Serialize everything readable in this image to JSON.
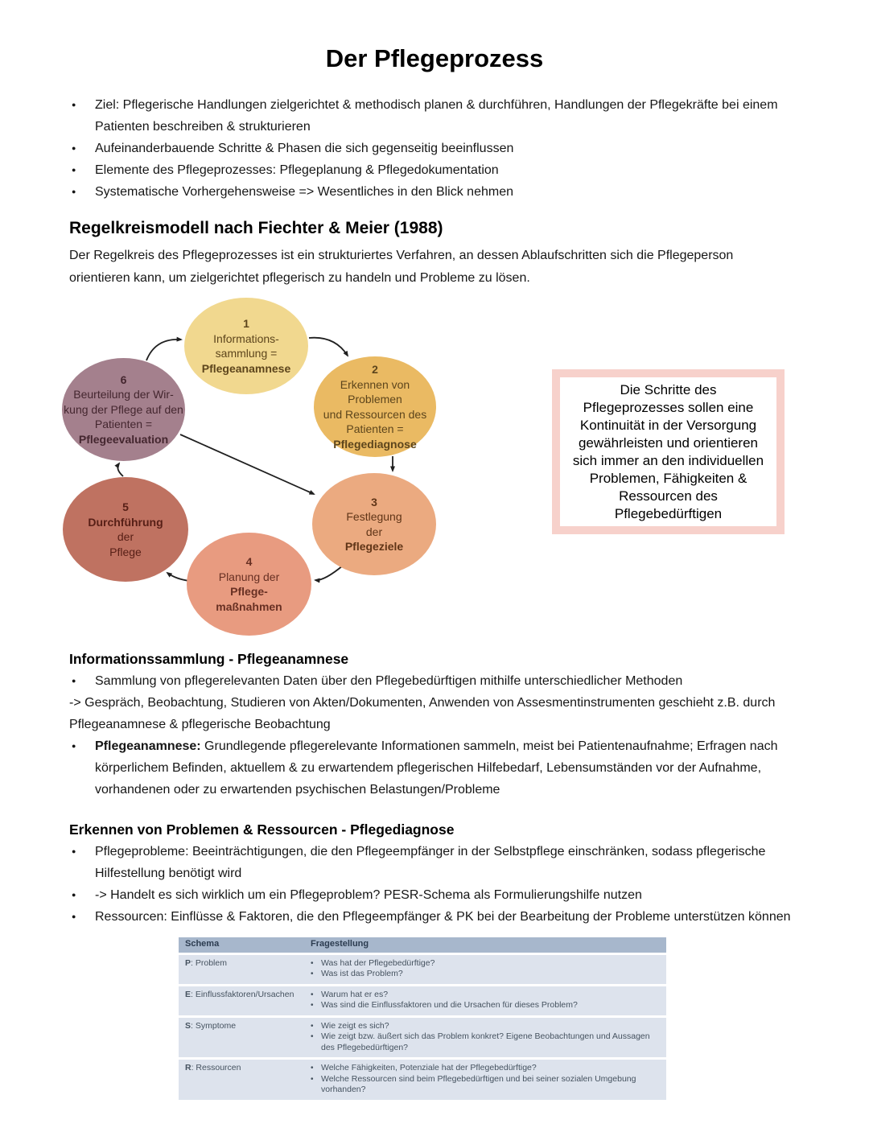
{
  "title": "Der Pflegeprozess",
  "intro": {
    "bullets": [
      "Ziel: Pflegerische Handlungen zielgerichtet & methodisch planen & durchführen, Handlungen der Pflegekräfte bei einem Patienten beschreiben & strukturieren",
      "Aufeinanderbauende Schritte & Phasen die sich gegenseitig beeinflussen",
      "Elemente des Pflegeprozesses: Pflegeplanung & Pflegedokumentation",
      "Systematische Vorhergehensweise => Wesentliches in den Blick nehmen"
    ]
  },
  "regelkreis": {
    "heading": "Regelkreismodell nach Fiechter & Meier (1988)",
    "paragraph": "Der Regelkreis des Pflegeprozesses ist ein strukturiertes Verfahren, an dessen Ablaufschritten sich die Pflegeperson orientieren kann, um zielgerichtet pflegerisch zu handeln und Probleme zu lösen."
  },
  "diagram": {
    "steps": [
      {
        "number": "1",
        "fill": "#f1d88f",
        "text_color": "#5d451c",
        "lines": [
          {
            "text": "Informations-",
            "bold": false
          },
          {
            "text": "sammlung =",
            "bold": false
          },
          {
            "text": "Pflegeanamnese",
            "bold": true
          }
        ]
      },
      {
        "number": "2",
        "fill": "#eaba63",
        "text_color": "#5d451c",
        "lines": [
          {
            "text": "Erkennen von Problemen",
            "bold": false
          },
          {
            "text": "und Ressourcen des",
            "bold": false
          },
          {
            "text": "Patienten =",
            "bold": false
          },
          {
            "text": "Pflegediagnose",
            "bold": true
          }
        ]
      },
      {
        "number": "3",
        "fill": "#ebaa80",
        "text_color": "#603517",
        "lines": [
          {
            "text": "Festlegung",
            "bold": false
          },
          {
            "text": "der",
            "bold": false
          },
          {
            "text": "Pflegeziele",
            "bold": true
          }
        ]
      },
      {
        "number": "4",
        "fill": "#e89b80",
        "text_color": "#683023",
        "lines": [
          {
            "text": "Planung der",
            "bold": false
          },
          {
            "text": "Pflege-",
            "bold": true
          },
          {
            "text": "maßnahmen",
            "bold": true
          }
        ]
      },
      {
        "number": "5",
        "fill": "#bf7261",
        "text_color": "#571f16",
        "lines": [
          {
            "text": "Durchführung",
            "bold": true
          },
          {
            "text": "der",
            "bold": false
          },
          {
            "text": "Pflege",
            "bold": false
          }
        ]
      },
      {
        "number": "6",
        "fill": "#a4808d",
        "text_color": "#44262f",
        "lines": [
          {
            "text": "Beurteilung der Wir-",
            "bold": false
          },
          {
            "text": "kung der Pflege auf den",
            "bold": false
          },
          {
            "text": "Patienten =",
            "bold": false
          },
          {
            "text": "Pflegeevaluation",
            "bold": true
          }
        ]
      }
    ],
    "arrow_color": "#1f1f1f",
    "note_box": {
      "border_color": "#f7d1cb",
      "lines": [
        "Die Schritte des",
        "Pflegeprozesses sollen eine",
        "Kontinuität in der Versorgung",
        "gewährleisten und orientieren",
        "sich immer an den individuellen",
        "Problemen, Fähigkeiten &",
        "Ressourcen des",
        "Pflegebedürftigen"
      ]
    }
  },
  "sections": {
    "info": {
      "heading": "Informationssammlung - Pflegeanamnese",
      "items": [
        {
          "bullet": true,
          "text": "Sammlung von pflegerelevanten Daten über den Pflegebedürftigen mithilfe unterschiedlicher Methoden"
        },
        {
          "bullet": false,
          "text": "-> Gespräch, Beobachtung, Studieren von Akten/Dokumenten, Anwenden von Assesmentinstrumenten geschieht z.B. durch Pflegeanamnese & pflegerische Beobachtung"
        },
        {
          "bullet": true,
          "bold": "Pflegeanamnese:",
          "text": " Grundlegende pflegerelevante Informationen sammeln, meist bei Patientenaufnahme; Erfragen nach körperlichem Befinden, aktuellem & zu erwartendem pflegerischen Hilfebedarf, Lebensumständen vor der Aufnahme, vorhandenen oder zu erwartenden psychischen Belastungen/Probleme"
        }
      ]
    },
    "erkennen": {
      "heading": "Erkennen von Problemen & Ressourcen - Pflegediagnose",
      "items": [
        {
          "bullet": true,
          "text": "Pflegeprobleme: Beeinträchtigungen, die den Pflegeempfänger in der Selbstpflege einschränken, sodass pflegerische Hilfestellung benötigt wird"
        },
        {
          "bullet": true,
          "text": "-> Handelt es sich wirklich um ein Pflegeproblem? PESR-Schema als Formulierungshilfe nutzen"
        },
        {
          "bullet": true,
          "text": "Ressourcen: Einflüsse & Faktoren, die den Pflegeempfänger & PK bei der Bearbeitung der Probleme unterstützen können"
        }
      ]
    }
  },
  "table": {
    "header_bg": "#a7b7cc",
    "row_bg": "#dde3ed",
    "headers": [
      "Schema",
      "Fragestellung"
    ],
    "rows": [
      {
        "letter": "P",
        "label": ": Problem",
        "questions": [
          "Was hat der Pflegebedürftige?",
          "Was ist das Problem?"
        ]
      },
      {
        "letter": "E",
        "label": ": Einflussfaktoren/Ursachen",
        "questions": [
          "Warum hat er es?",
          "Was sind die Einflussfaktoren und die Ursachen für dieses Problem?"
        ]
      },
      {
        "letter": "S",
        "label": ": Symptome",
        "questions": [
          "Wie zeigt es sich?",
          "Wie zeigt bzw. äußert sich das Problem konkret? Eigene Beobachtungen und Aussagen des Pflegebedürftigen?"
        ]
      },
      {
        "letter": "R",
        "label": ": Ressourcen",
        "questions": [
          "Welche Fähigkeiten, Potenziale hat der Pflegebedürftige?",
          "Welche Ressourcen sind beim Pflegebedürftigen und bei seiner sozialen Umgebung vorhanden?"
        ]
      }
    ]
  }
}
